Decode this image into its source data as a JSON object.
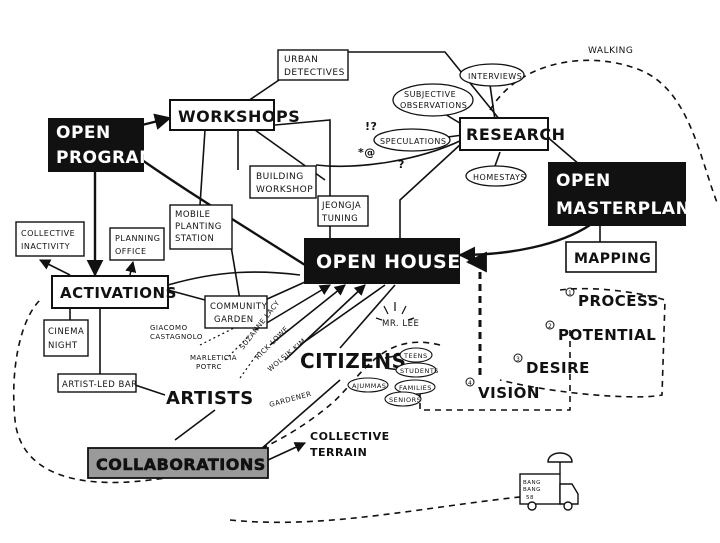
{
  "colors": {
    "ink": "#111111",
    "paper": "#ffffff",
    "collab_fill": "#9a9a9a"
  },
  "labels": {
    "open_program": [
      "OPEN",
      "PROGRAM"
    ],
    "open_masterplan": [
      "OPEN",
      "MASTERPLAN"
    ],
    "open_house": "OPEN HOUSE",
    "workshops": "WORKSHOPS",
    "research": "RESEARCH",
    "urban_detectives": [
      "URBAN",
      "DETECTIVES"
    ],
    "interviews": "INTERVIEWS",
    "subjective_observations": [
      "SUBJECTIVE",
      "OBSERVATIONS"
    ],
    "speculations": "SPECULATIONS",
    "homestays": "HOMESTAYS",
    "walking": "WALKING",
    "building_workshop": [
      "BUILDING",
      "WORKSHOP"
    ],
    "jeongja_tuning": [
      "JEONGJA",
      "TUNING"
    ],
    "mobile_planting_station": [
      "MOBILE",
      "PLANTING",
      "STATION"
    ],
    "collective_inactivity": [
      "COLLECTIVE",
      "INACTIVITY"
    ],
    "planning_office": [
      "PLANNING",
      "OFFICE"
    ],
    "activations": "ACTIVATIONS",
    "community_garden": [
      "COMMUNITY",
      "GARDEN"
    ],
    "cinema_night": [
      "CINEMA",
      "NIGHT"
    ],
    "artist_led_bar": "ARTIST-LED BAR",
    "giacomo": [
      "GIACOMO",
      "CASTAGNOLO"
    ],
    "marleticia": [
      "MARLETICIA",
      "POTRC"
    ],
    "suzanne": "SUZANNE LACY",
    "rick": "RICK LOWE",
    "wolsik": "WOLSIK KIM",
    "artists": "ARTISTS",
    "citizens": "CITIZENS",
    "mr_lee": "MR. LEE",
    "gardener": "GARDENER",
    "teens": "TEENS",
    "students": "STUDENTS",
    "ajummas": "AJUMMAS",
    "families": "FAMILIES",
    "seniors": "SENIORS",
    "mapping": "MAPPING",
    "process": "PROCESS",
    "potential": "POTENTIAL",
    "desire": "DESIRE",
    "vision": "VISION",
    "num_1": "1",
    "num_2": "2",
    "num_3": "3",
    "num_4": "4",
    "collaborations": "COLLABORATIONS",
    "collective_terrain": [
      "COLLECTIVE",
      "TERRAIN"
    ],
    "bang_bang": [
      "BANG",
      "BANG",
      "58"
    ]
  }
}
